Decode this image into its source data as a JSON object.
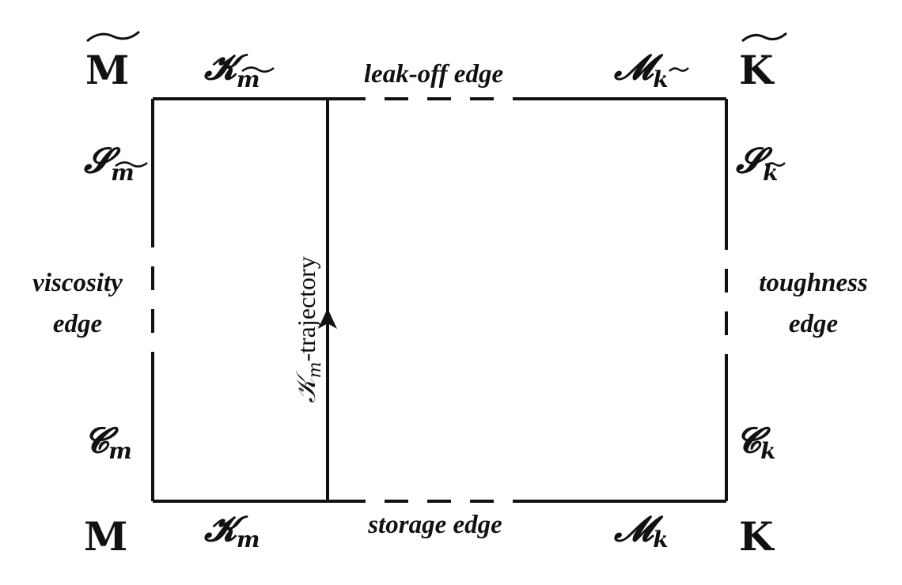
{
  "corners": {
    "top_left": "M",
    "top_right": "K",
    "bottom_left": "M",
    "bottom_right": "K"
  },
  "edges": {
    "top": "leak-off edge",
    "bottom": "storage edge",
    "left": [
      "viscosity",
      "edge"
    ],
    "right": [
      "toughness",
      "edge"
    ]
  },
  "vertex_labels": {
    "top_left": {
      "base": "𝓚",
      "sub": "m",
      "tilde_sub": true
    },
    "top_right": {
      "base": "𝓜",
      "sub": "k",
      "tilde_sub": true
    },
    "left_upper": {
      "base": "𝓢",
      "sub": "m",
      "tilde_sub": true
    },
    "right_upper": {
      "base": "𝓢",
      "sub": "k",
      "tilde_sub": true
    },
    "left_lower": {
      "base": "𝓒",
      "sub": "m",
      "tilde_sub": false
    },
    "right_lower": {
      "base": "𝓒",
      "sub": "k",
      "tilde_sub": false
    },
    "bottom_left": {
      "base": "𝓚",
      "sub": "m",
      "tilde_sub": false
    },
    "bottom_right": {
      "base": "𝓜",
      "sub": "k",
      "tilde_sub": false
    }
  },
  "trajectory": {
    "base": "𝒦",
    "sub": "m",
    "suffix": "-trajectory"
  }
}
